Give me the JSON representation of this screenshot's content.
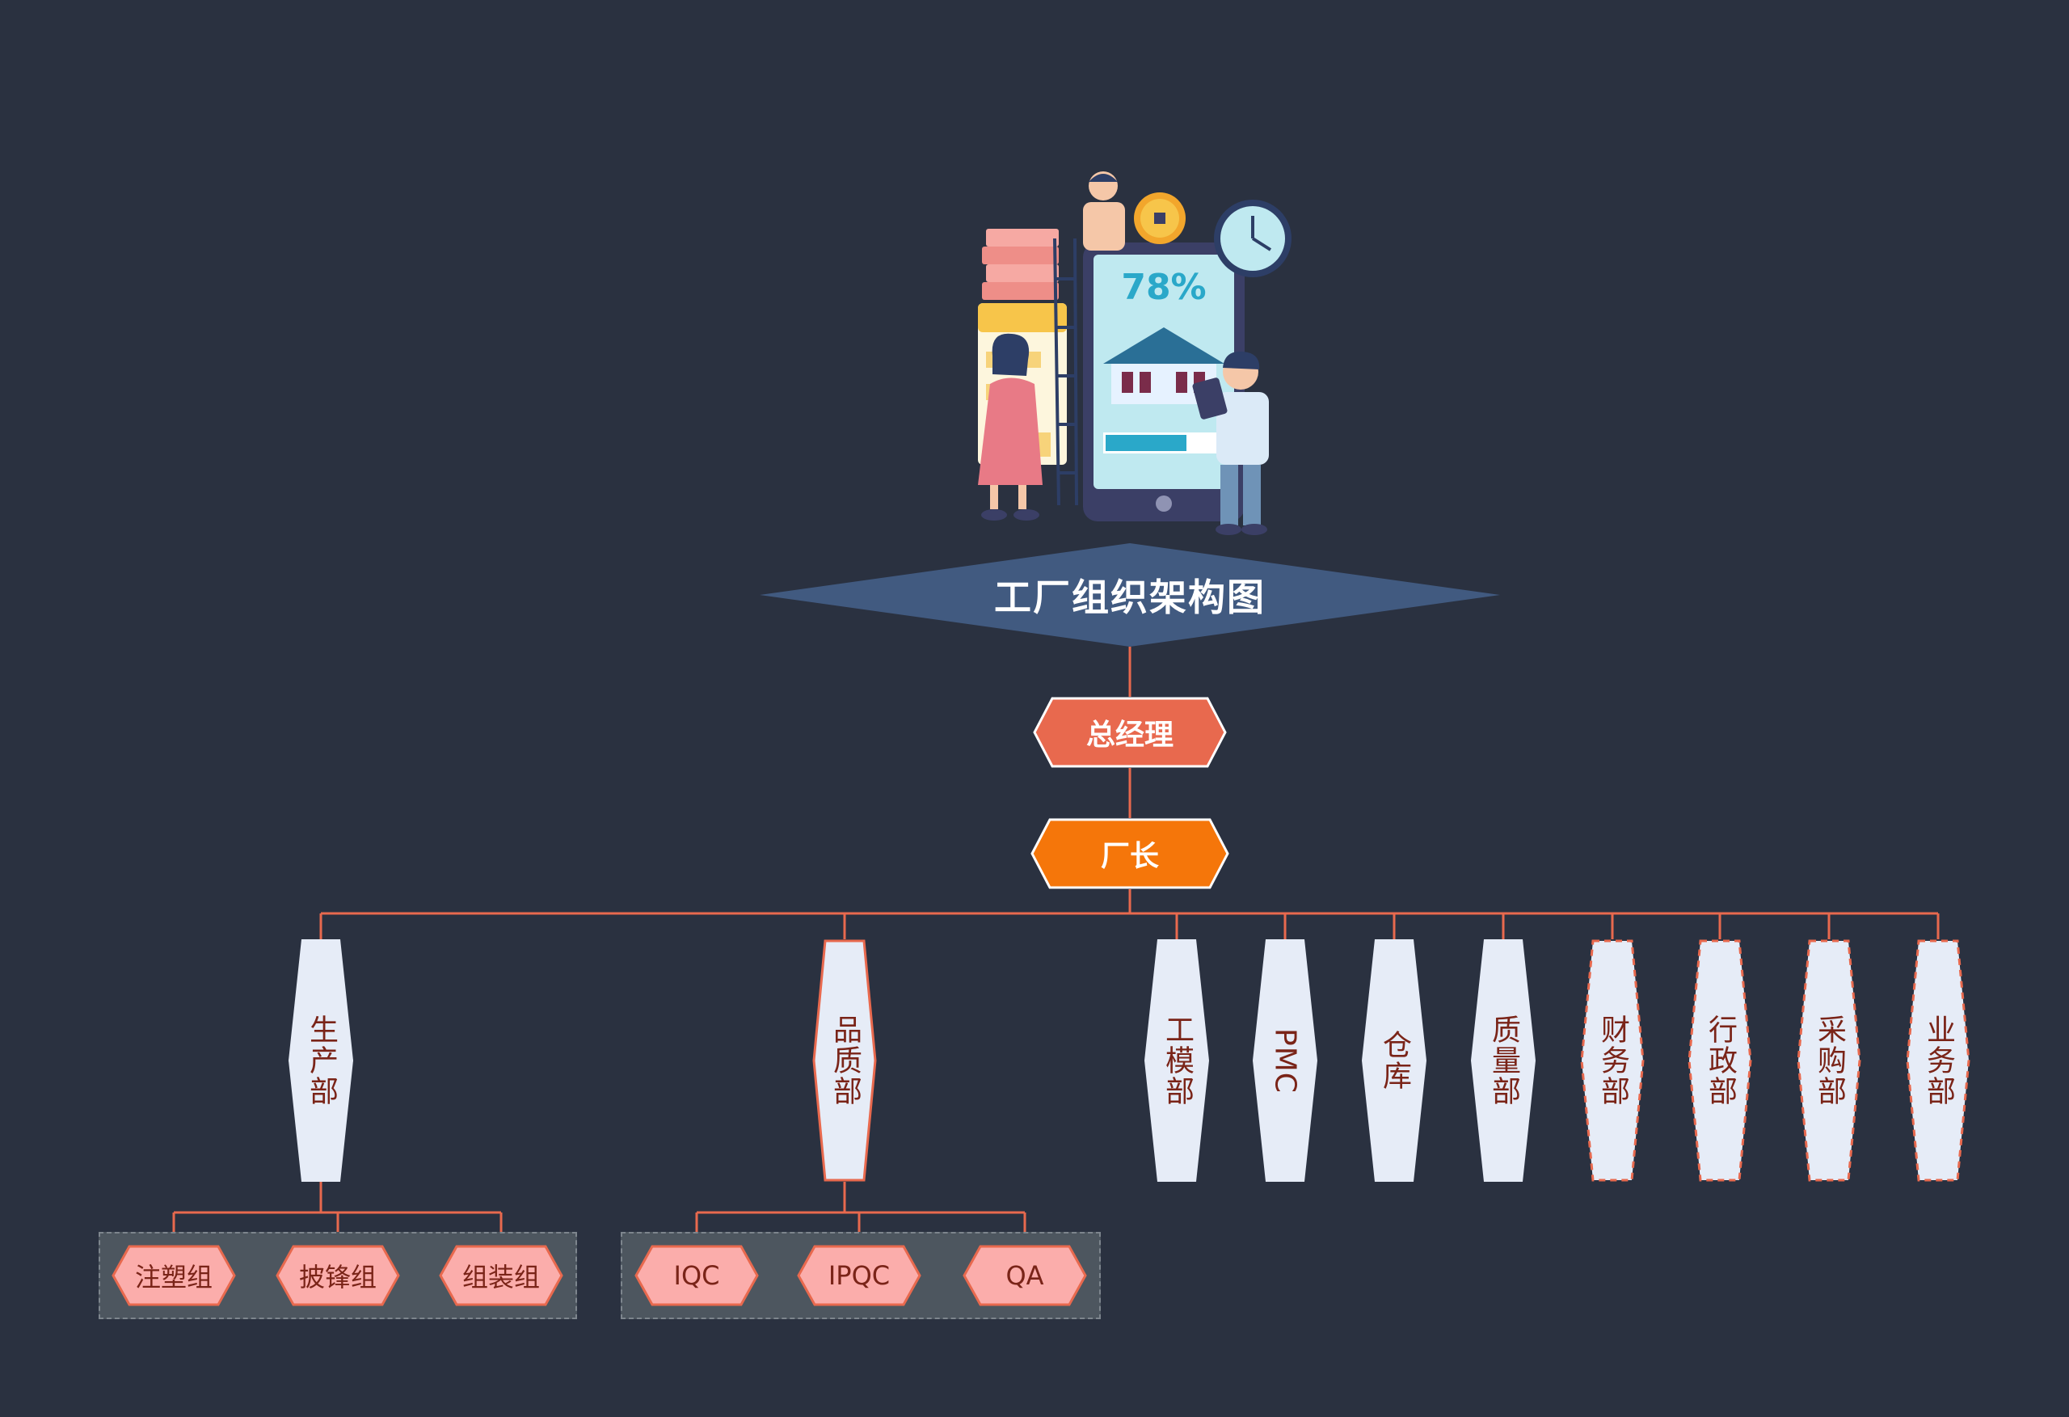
{
  "title": "工厂组织架构图",
  "general_manager": "总经理",
  "factory_director": "厂长",
  "departments": [
    {
      "name": "生产部",
      "groups": [
        "注塑组",
        "披锋组",
        "组装组"
      ]
    },
    {
      "name": "品质部",
      "groups": [
        "IQC",
        "IPQC",
        "QA"
      ]
    },
    {
      "name": "工模部"
    },
    {
      "name": "PMC"
    },
    {
      "name": "仓库"
    },
    {
      "name": "质量部"
    },
    {
      "name": "财务部"
    },
    {
      "name": "行政部"
    },
    {
      "name": "采购部"
    },
    {
      "name": "业务部"
    }
  ],
  "illustration_text": "78%",
  "colors": {
    "background": "#2a3140",
    "title_diamond": "#415a80",
    "general_manager": "#e8694e",
    "factory_director": "#f5760a",
    "department": "#e6ecf7",
    "connector": "#e8694e",
    "sub_group_fill": "#fbadab",
    "label_text": "#7a2418"
  }
}
